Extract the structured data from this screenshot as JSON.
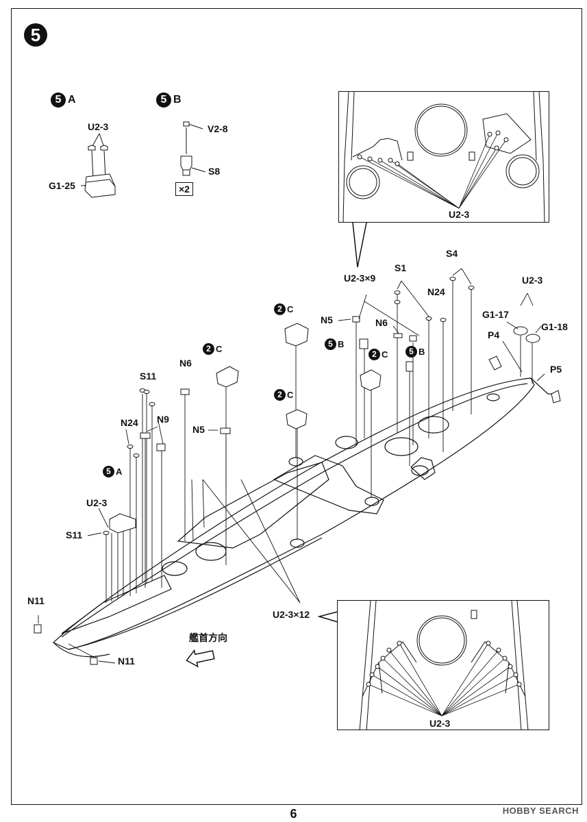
{
  "step": {
    "number": "5"
  },
  "substeps": [
    {
      "circle": "5",
      "letter": "A"
    },
    {
      "circle": "5",
      "letter": "B"
    }
  ],
  "substep_a": {
    "top_label": "U2-3",
    "part_label": "G1-25"
  },
  "substep_b": {
    "top_label": "V2-8",
    "part_label": "S8",
    "multiplier": "×2"
  },
  "inset_top": {
    "label": "U2-3"
  },
  "inset_bottom": {
    "label": "U2-3"
  },
  "callouts": {
    "u23x9": "U2-3×9",
    "s1": "S1",
    "s4": "S4",
    "u23_right": "U2-3",
    "n24_right": "N24",
    "n5_upper": "N5",
    "n6_mid": "N6",
    "g117": "G1-17",
    "g118": "G1-18",
    "p4": "P4",
    "p5": "P5",
    "n6_left": "N6",
    "s11_upper": "S11",
    "n24_left": "N24",
    "n9": "N9",
    "n5_lower": "N5",
    "u23_left": "U2-3",
    "s11_lower": "S11",
    "n11_upper": "N11",
    "n11_lower": "N11",
    "u23x12": "U2-3×12"
  },
  "refs": [
    {
      "circle": "2",
      "letter": "C"
    },
    {
      "circle": "2",
      "letter": "C"
    },
    {
      "circle": "2",
      "letter": "C"
    },
    {
      "circle": "2",
      "letter": "C"
    },
    {
      "circle": "5",
      "letter": "B"
    },
    {
      "circle": "5",
      "letter": "B"
    },
    {
      "circle": "5",
      "letter": "A"
    }
  ],
  "direction_label": "艦首方向",
  "page_number": "6",
  "watermark": "HOBBY SEARCH"
}
